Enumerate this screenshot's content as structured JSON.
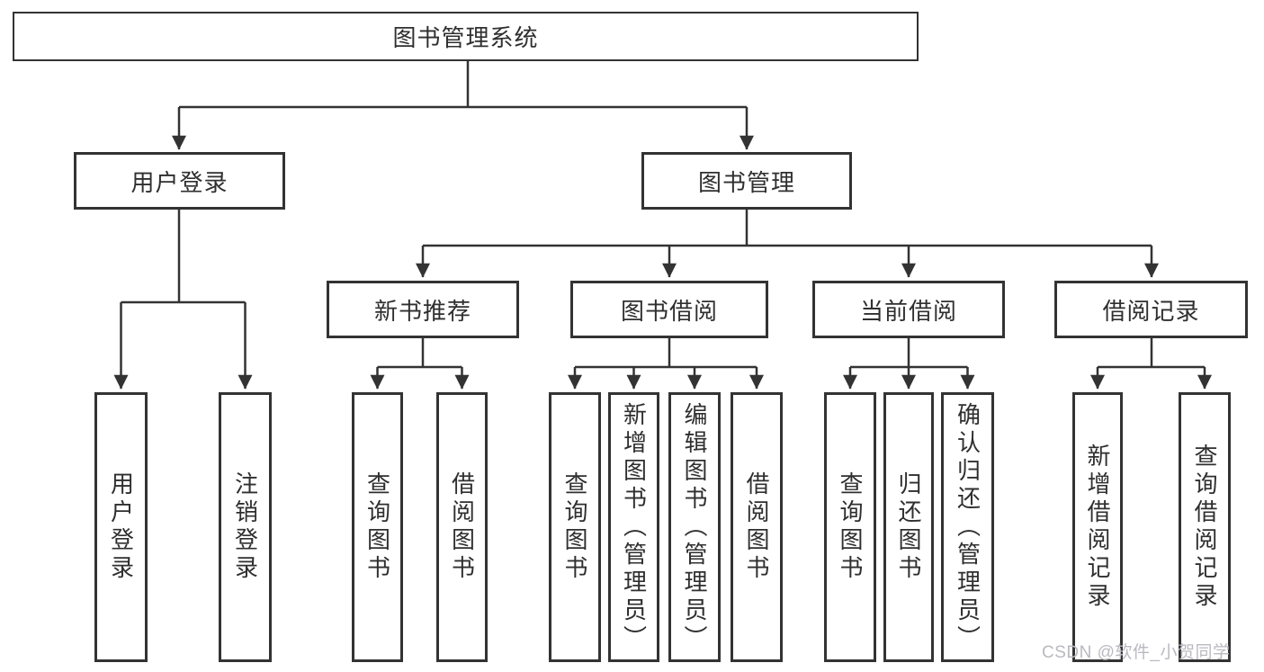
{
  "diagram": {
    "root": {
      "label": "图书管理系统"
    },
    "branches": [
      {
        "label": "用户登录",
        "leaves": [
          "用户登录",
          "注销登录"
        ]
      },
      {
        "label": "图书管理",
        "groups": [
          {
            "label": "新书推荐",
            "leaves": [
              "查询图书",
              "借阅图书"
            ]
          },
          {
            "label": "图书借阅",
            "leaves": [
              "查询图书",
              "新增图书（管理员）",
              "编辑图书（管理员）",
              "借阅图书"
            ]
          },
          {
            "label": "当前借阅",
            "leaves": [
              "查询图书",
              "归还图书",
              "确认归还（管理员）"
            ]
          },
          {
            "label": "借阅记录",
            "leaves": [
              "新增借阅记录",
              "查询借阅记录"
            ]
          }
        ]
      }
    ],
    "watermark": "CSDN @软件_小贺同学",
    "colors": {
      "line": "#333333",
      "border": "#333333",
      "fill": "#ffffff",
      "text": "#2f2f2f",
      "watermark": "#b9b9c1",
      "background": "#ffffff"
    }
  }
}
